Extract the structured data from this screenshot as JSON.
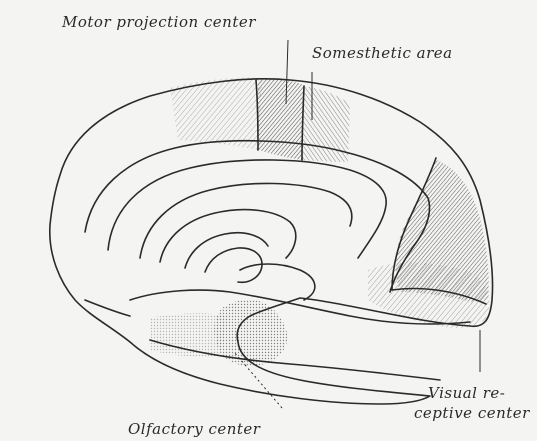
{
  "labels": {
    "motor": "Motor projection center",
    "somesthetic": "Somesthetic area",
    "olfactory": "Olfactory center",
    "visual_line1": "Visual re-",
    "visual_line2": "ceptive center"
  },
  "colors": {
    "background": "#f4f4f2",
    "ink": "#2a2a2a",
    "hatch_dark": "#555555",
    "hatch_light": "#999999"
  }
}
